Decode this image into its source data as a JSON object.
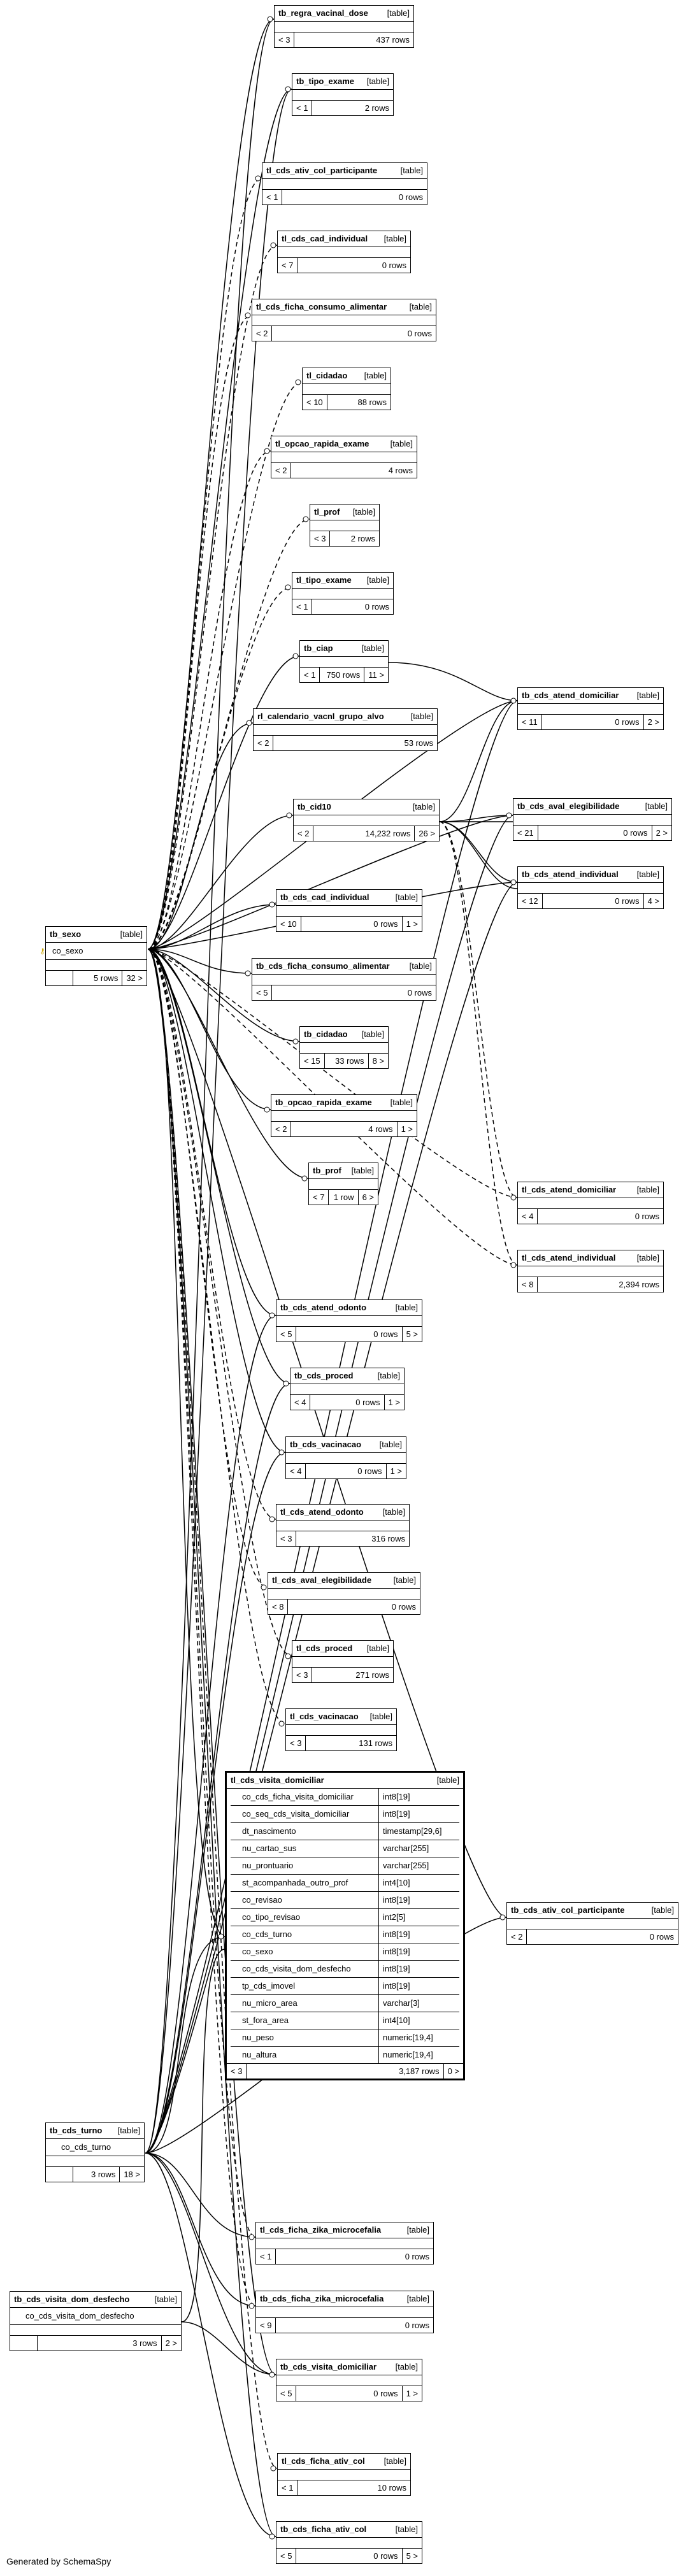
{
  "table_type_label": "[table]",
  "footer_text": "Generated by SchemaSpy",
  "tables": [
    {
      "id": "t1",
      "name": "tb_regra_vacinal_dose",
      "parents": "< 3",
      "rows": "437 rows",
      "children": ""
    },
    {
      "id": "t2",
      "name": "tb_tipo_exame",
      "parents": "< 1",
      "rows": "2 rows",
      "children": ""
    },
    {
      "id": "t3",
      "name": "tl_cds_ativ_col_participante",
      "parents": "< 1",
      "rows": "0 rows",
      "children": ""
    },
    {
      "id": "t4",
      "name": "tl_cds_cad_individual",
      "parents": "< 7",
      "rows": "0 rows",
      "children": ""
    },
    {
      "id": "t5",
      "name": "tl_cds_ficha_consumo_alimentar",
      "parents": "< 2",
      "rows": "0 rows",
      "children": ""
    },
    {
      "id": "t6",
      "name": "tl_cidadao",
      "parents": "< 10",
      "rows": "88 rows",
      "children": ""
    },
    {
      "id": "t7",
      "name": "tl_opcao_rapida_exame",
      "parents": "< 2",
      "rows": "4 rows",
      "children": ""
    },
    {
      "id": "t8",
      "name": "tl_prof",
      "parents": "< 3",
      "rows": "2 rows",
      "children": ""
    },
    {
      "id": "t9",
      "name": "tl_tipo_exame",
      "parents": "< 1",
      "rows": "0 rows",
      "children": ""
    },
    {
      "id": "t10",
      "name": "tb_ciap",
      "parents": "< 1",
      "rows": "750 rows",
      "children": "11 >"
    },
    {
      "id": "t11",
      "name": "rl_calendario_vacnl_grupo_alvo",
      "parents": "< 2",
      "rows": "53 rows",
      "children": ""
    },
    {
      "id": "t12",
      "name": "tb_cid10",
      "parents": "< 2",
      "rows": "14,232 rows",
      "children": "26 >"
    },
    {
      "id": "t13",
      "name": "tb_cds_cad_individual",
      "parents": "< 10",
      "rows": "0 rows",
      "children": "1 >"
    },
    {
      "id": "t14",
      "name": "tb_cds_ficha_consumo_alimentar",
      "parents": "< 5",
      "rows": "0 rows",
      "children": ""
    },
    {
      "id": "t15",
      "name": "tb_cidadao",
      "parents": "< 15",
      "rows": "33 rows",
      "children": "8 >"
    },
    {
      "id": "t16",
      "name": "tb_opcao_rapida_exame",
      "parents": "< 2",
      "rows": "4 rows",
      "children": "1 >"
    },
    {
      "id": "t17",
      "name": "tb_prof",
      "parents": "< 7",
      "rows": "1 row",
      "children": "6 >"
    },
    {
      "id": "t18",
      "name": "tb_cds_atend_odonto",
      "parents": "< 5",
      "rows": "0 rows",
      "children": "5 >"
    },
    {
      "id": "t19",
      "name": "tb_cds_proced",
      "parents": "< 4",
      "rows": "0 rows",
      "children": "1 >"
    },
    {
      "id": "t20",
      "name": "tb_cds_vacinacao",
      "parents": "< 4",
      "rows": "0 rows",
      "children": "1 >"
    },
    {
      "id": "t21",
      "name": "tl_cds_atend_odonto",
      "parents": "< 3",
      "rows": "316 rows",
      "children": ""
    },
    {
      "id": "t22",
      "name": "tl_cds_aval_elegibilidade",
      "parents": "< 8",
      "rows": "0 rows",
      "children": ""
    },
    {
      "id": "t23",
      "name": "tl_cds_proced",
      "parents": "< 3",
      "rows": "271 rows",
      "children": ""
    },
    {
      "id": "t24",
      "name": "tl_cds_vacinacao",
      "parents": "< 3",
      "rows": "131 rows",
      "children": ""
    },
    {
      "id": "t25",
      "name": "tl_cds_ficha_zika_microcefalia",
      "parents": "< 1",
      "rows": "0 rows",
      "children": ""
    },
    {
      "id": "t26",
      "name": "tb_cds_ficha_zika_microcefalia",
      "parents": "< 9",
      "rows": "0 rows",
      "children": ""
    },
    {
      "id": "t27",
      "name": "tb_cds_visita_domiciliar",
      "parents": "< 5",
      "rows": "0 rows",
      "children": "1 >"
    },
    {
      "id": "t28",
      "name": "tl_cds_ficha_ativ_col",
      "parents": "< 1",
      "rows": "10 rows",
      "children": ""
    },
    {
      "id": "t29",
      "name": "tb_cds_ficha_ativ_col",
      "parents": "< 5",
      "rows": "0 rows",
      "children": "5 >"
    },
    {
      "id": "t30",
      "name": "tb_cds_atend_domiciliar",
      "parents": "< 11",
      "rows": "0 rows",
      "children": "2 >"
    },
    {
      "id": "t31",
      "name": "tb_cds_aval_elegibilidade",
      "parents": "< 21",
      "rows": "0 rows",
      "children": "2 >"
    },
    {
      "id": "t32",
      "name": "tb_cds_atend_individual",
      "parents": "< 12",
      "rows": "0 rows",
      "children": "4 >"
    },
    {
      "id": "t33",
      "name": "tl_cds_atend_domiciliar",
      "parents": "< 4",
      "rows": "0 rows",
      "children": ""
    },
    {
      "id": "t34",
      "name": "tl_cds_atend_individual",
      "parents": "< 8",
      "rows": "2,394 rows",
      "children": ""
    },
    {
      "id": "t35",
      "name": "tb_cds_ativ_col_participante",
      "parents": "< 2",
      "rows": "0 rows",
      "children": ""
    }
  ],
  "tb_sexo": {
    "name": "tb_sexo",
    "column": "co_sexo",
    "rows": "5 rows",
    "children": "32 >"
  },
  "tb_cds_turno": {
    "name": "tb_cds_turno",
    "column": "co_cds_turno",
    "rows": "3 rows",
    "children": "18 >"
  },
  "tb_cds_visita_dom_desfecho": {
    "name": "tb_cds_visita_dom_desfecho",
    "column": "co_cds_visita_dom_desfecho",
    "rows": "3 rows",
    "children": "2 >"
  },
  "tl_cds_visita_domiciliar": {
    "name": "tl_cds_visita_domiciliar",
    "columns": [
      {
        "name": "co_cds_ficha_visita_domiciliar",
        "type": "int8[19]"
      },
      {
        "name": "co_seq_cds_visita_domiciliar",
        "type": "int8[19]"
      },
      {
        "name": "dt_nascimento",
        "type": "timestamp[29,6]"
      },
      {
        "name": "nu_cartao_sus",
        "type": "varchar[255]"
      },
      {
        "name": "nu_prontuario",
        "type": "varchar[255]"
      },
      {
        "name": "st_acompanhada_outro_prof",
        "type": "int4[10]"
      },
      {
        "name": "co_revisao",
        "type": "int8[19]"
      },
      {
        "name": "co_tipo_revisao",
        "type": "int2[5]"
      },
      {
        "name": "co_cds_turno",
        "type": "int8[19]"
      },
      {
        "name": "co_sexo",
        "type": "int8[19]"
      },
      {
        "name": "co_cds_visita_dom_desfecho",
        "type": "int8[19]"
      },
      {
        "name": "tp_cds_imovel",
        "type": "int8[19]"
      },
      {
        "name": "nu_micro_area",
        "type": "varchar[3]"
      },
      {
        "name": "st_fora_area",
        "type": "int4[10]"
      },
      {
        "name": "nu_peso",
        "type": "numeric[19,4]"
      },
      {
        "name": "nu_altura",
        "type": "numeric[19,4]"
      }
    ],
    "parents": "< 3",
    "rows": "3,187 rows",
    "children": "0 >"
  }
}
